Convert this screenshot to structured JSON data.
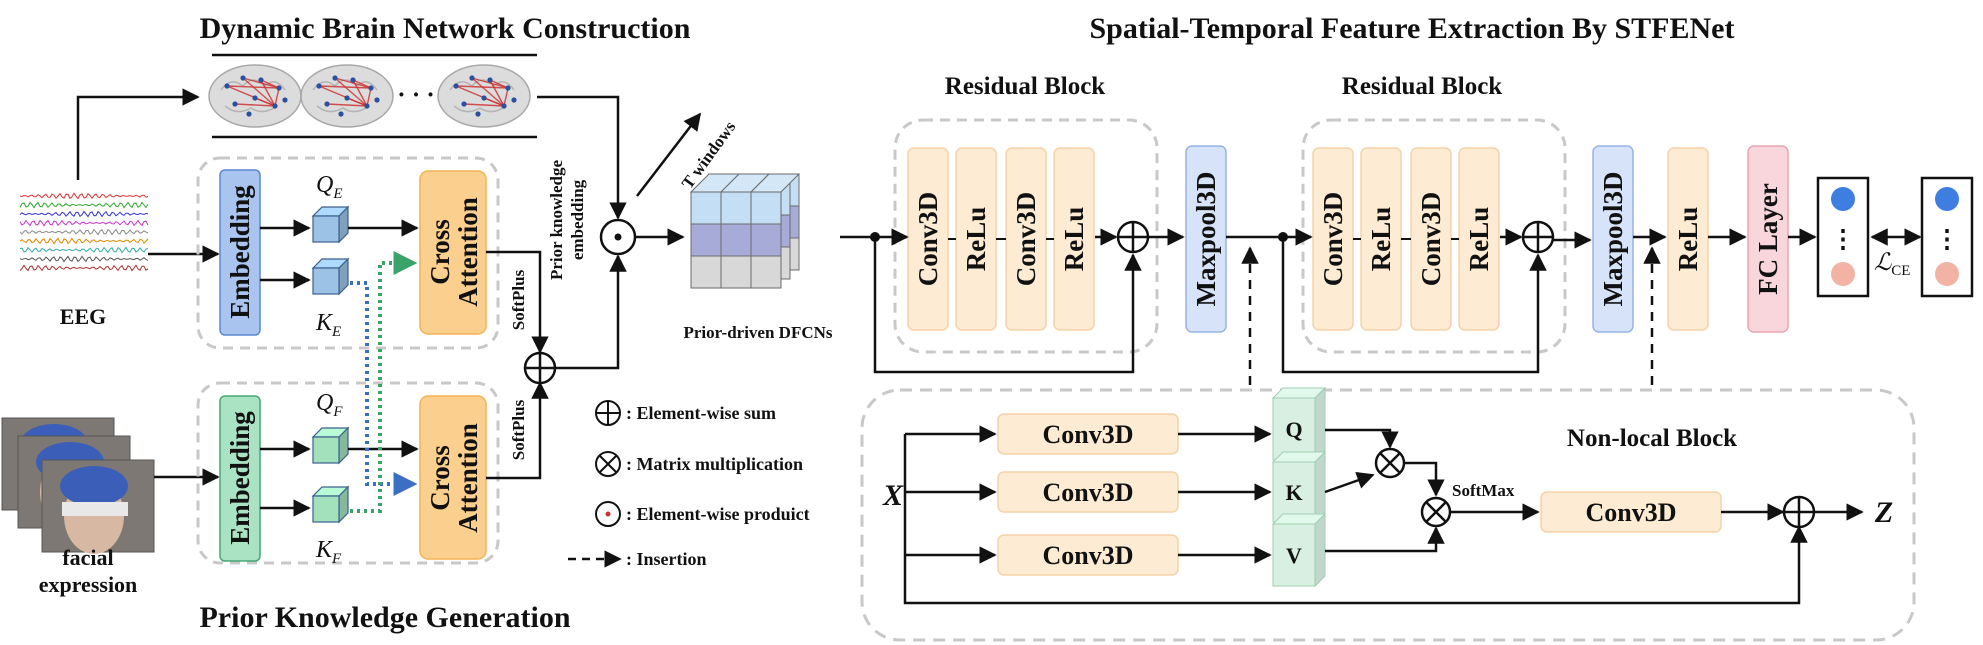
{
  "titles": {
    "dynamic_brain_network": "Dynamic Brain Network Construction",
    "prior_knowledge_generation": "Prior Knowledge Generation",
    "spatial_temporal": "Spatial-Temporal Feature Extraction By STFENet"
  },
  "inputs": {
    "eeg": "EEG",
    "facial_line1": "facial",
    "facial_line2": "expression"
  },
  "brain_ellipsis": "· · ·",
  "prior_modules": {
    "embedding": "Embedding",
    "cross_attention_line1": "Cross",
    "cross_attention_line2": "Attention",
    "q_e": "Q",
    "q_e_sub": "E",
    "k_e": "K",
    "k_e_sub": "E",
    "q_f": "Q",
    "q_f_sub": "F",
    "k_f": "K",
    "k_f_sub": "F",
    "softplus": "SoftPlus",
    "prior_embedding_line1": "Prior knowledge",
    "prior_embedding_line2": "embedding"
  },
  "dfcn": {
    "t_windows": "T windows",
    "label": "Prior-driven DFCNs"
  },
  "residual_block_label": "Residual Block",
  "stfenet": {
    "conv3d": "Conv3D",
    "relu": "ReLu",
    "maxpool3d": "Maxpool3D",
    "fc_layer": "FC Layer",
    "loss_symbol": "ℒ",
    "loss_sub": "CE",
    "dots": "⋮"
  },
  "nonlocal": {
    "title": "Non-local Block",
    "x": "X",
    "z": "Z",
    "conv3d": "Conv3D",
    "q": "Q",
    "k": "K",
    "v": "V",
    "softmax": "SoftMax"
  },
  "legend": {
    "sum": ": Element-wise sum",
    "matmul": ": Matrix multiplication",
    "product": ": Element-wise produict",
    "insertion": ": Insertion"
  },
  "colors": {
    "embedding_blue": "#a9c4ef",
    "embedding_green": "#a9e3c4",
    "cross_attention_orange": "#fbd08f",
    "conv_orange": "#fdebd3",
    "maxpool_blue": "#d6e3f8",
    "fc_pink": "#f9d6dc",
    "qkv_green": "#d8efe1",
    "cube_blue": "#9cc3e6",
    "cube_green": "#a3e1bd",
    "node_blue": "#3e7ee0",
    "node_pink": "#f3b3a4",
    "brain_red": "#cc3333"
  }
}
